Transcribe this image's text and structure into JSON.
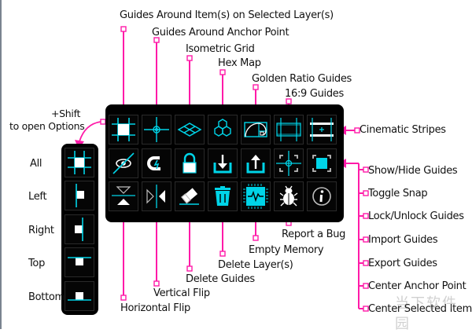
{
  "colors": {
    "accent_cyan": "#00d4e8",
    "annotation_pink": "#ff1aa8",
    "panel": "#000000",
    "icon_white": "#ffffff"
  },
  "shift_note": {
    "line1": "+Shift",
    "line2": "to open Options"
  },
  "main_panel": {
    "rows": [
      [
        {
          "icon": "guides-around-item-icon",
          "label": "Guides Around Item(s) on Selected Layer(s)"
        },
        {
          "icon": "anchor-point-crosshair-icon",
          "label": "Guides Around Anchor Point"
        },
        {
          "icon": "isometric-grid-icon",
          "label": "Isometric Grid"
        },
        {
          "icon": "hex-map-icon",
          "label": "Hex Map"
        },
        {
          "icon": "golden-ratio-icon",
          "label": "Golden Ratio Guides"
        },
        {
          "icon": "sixteen-nine-icon",
          "label": "16:9 Guides"
        },
        {
          "icon": "cinematic-stripes-icon",
          "label": "Cinematic Stripes"
        }
      ],
      [
        {
          "icon": "eye-slash-icon",
          "label": "Show/Hide Guides"
        },
        {
          "icon": "magnet-icon",
          "label": "Toggle Snap"
        },
        {
          "icon": "lock-icon",
          "label": "Lock/Unlock Guides"
        },
        {
          "icon": "import-icon",
          "label": "Import Guides"
        },
        {
          "icon": "export-icon",
          "label": "Export Guides"
        },
        {
          "icon": "center-anchor-icon",
          "label": "Center Anchor Point"
        },
        {
          "icon": "center-item-icon",
          "label": "Center Selected Item"
        }
      ],
      [
        {
          "icon": "horizontal-flip-icon",
          "label": "Horizontal Flip"
        },
        {
          "icon": "vertical-flip-icon",
          "label": "Vertical Flip"
        },
        {
          "icon": "eraser-icon",
          "label": "Delete Guides"
        },
        {
          "icon": "trash-icon",
          "label": "Delete Layer(s)"
        },
        {
          "icon": "chip-icon",
          "label": "Empty Memory"
        },
        {
          "icon": "bug-icon",
          "label": "Report a Bug"
        },
        {
          "icon": "info-icon",
          "label": "Info"
        }
      ]
    ]
  },
  "options_panel": {
    "items": [
      {
        "icon": "guides-all-icon",
        "label": "All"
      },
      {
        "icon": "guide-left-icon",
        "label": "Left"
      },
      {
        "icon": "guide-right-icon",
        "label": "Right"
      },
      {
        "icon": "guide-top-icon",
        "label": "Top"
      },
      {
        "icon": "guide-bottom-icon",
        "label": "Bottom"
      }
    ]
  },
  "watermark": "当下软件园"
}
